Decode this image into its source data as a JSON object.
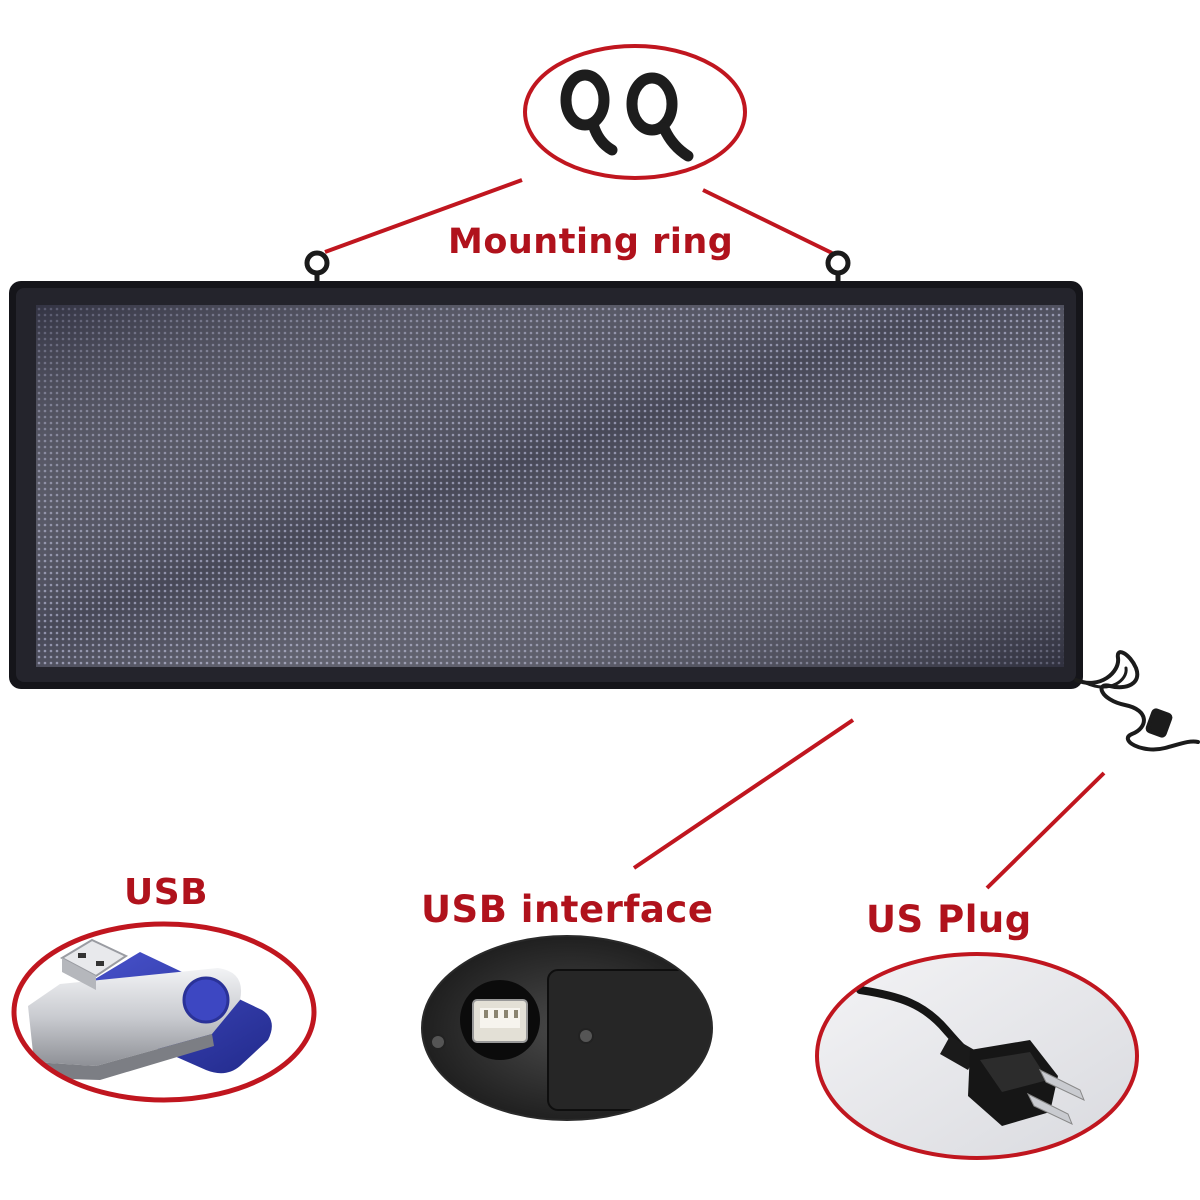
{
  "labels": {
    "mounting_ring": "Mounting ring",
    "usb": "USB",
    "usb_interface": "USB interface",
    "us_plug": "US Plug"
  },
  "colors": {
    "label_red": "#b0121c",
    "callout_red": "#c0161f",
    "frame_black": "#15151a",
    "led_field": "#4a4b5c",
    "usb_blue": "#2f3ab0",
    "usb_silver": "#cfd1d6"
  },
  "icons": [
    "mounting-ring-icon",
    "usb-flash-drive-icon",
    "usb-port-icon",
    "us-plug-icon",
    "power-cable-icon"
  ]
}
